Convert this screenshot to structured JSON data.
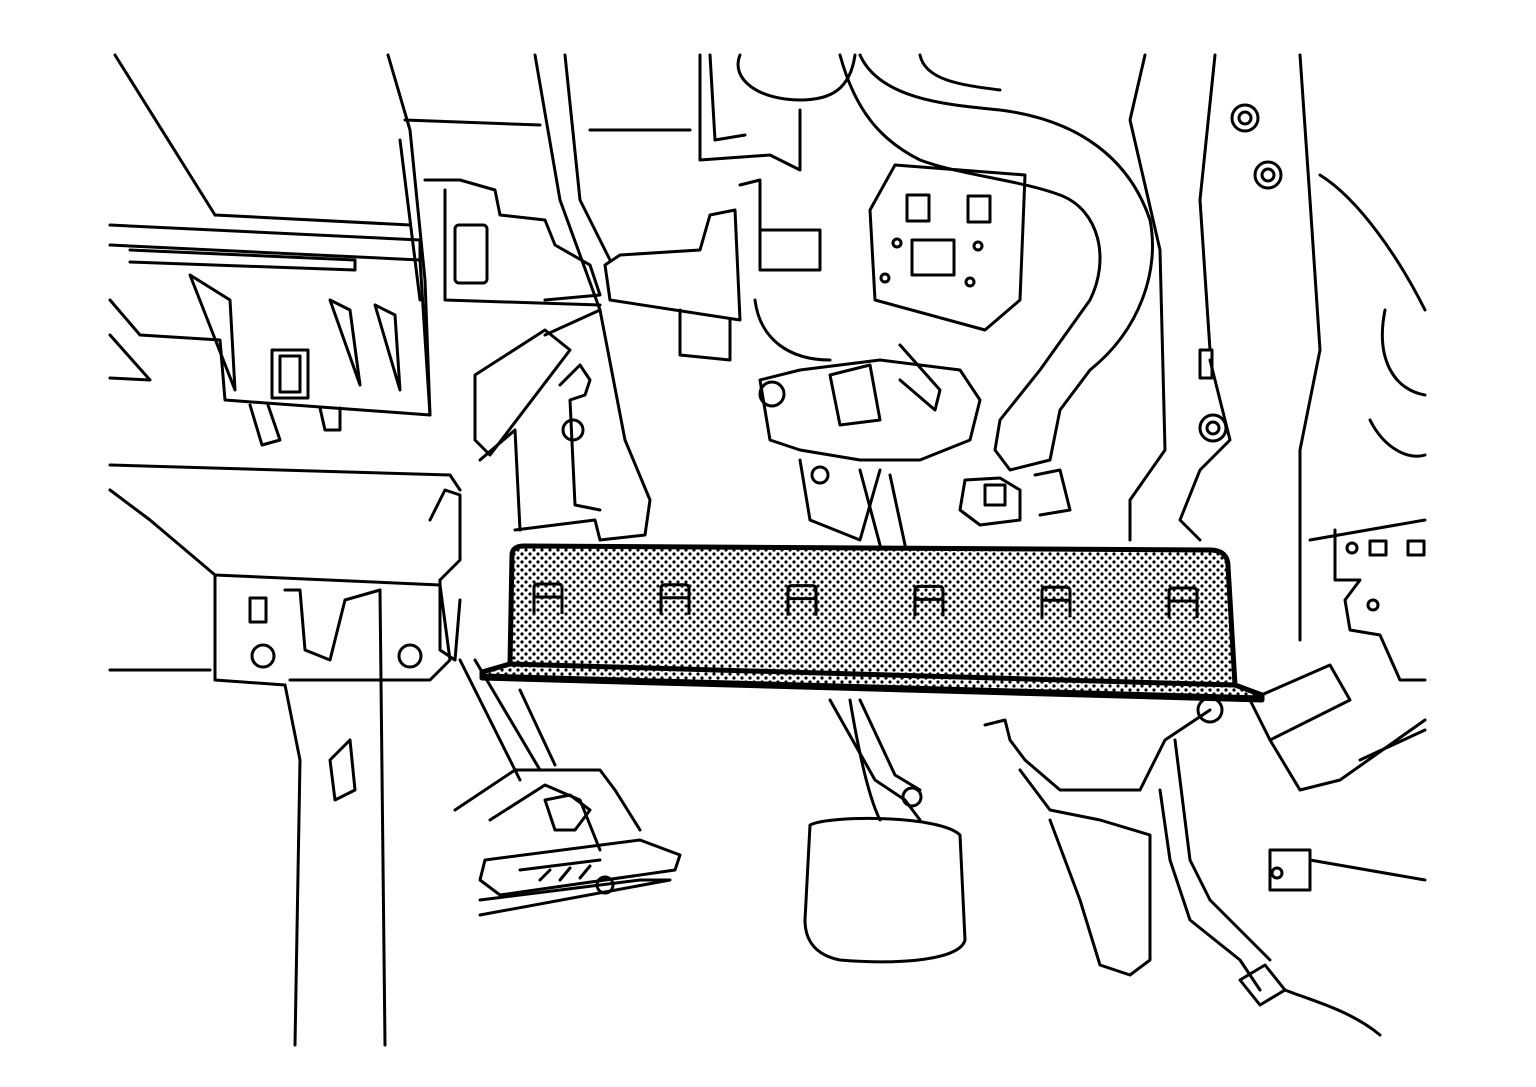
{
  "diagram": {
    "style": "technical line art",
    "stroke_color": "#000000",
    "background_color": "#ffffff",
    "highlight_pattern": "dotted halftone",
    "highlight_fill_color": "#cfcfcf",
    "highlighted_part": {
      "icon": "under-dash-cover-panel-icon",
      "clip_count": 6
    }
  }
}
